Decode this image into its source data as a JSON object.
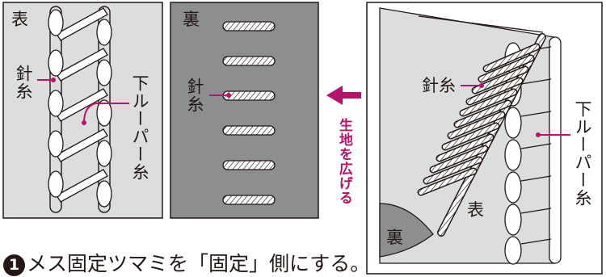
{
  "panel1": {
    "front_label": "表",
    "needle_thread_label": "針糸",
    "lower_looper_label": "下ルーパー糸"
  },
  "panel2": {
    "back_label": "裏",
    "needle_thread_label": "針糸"
  },
  "arrow_label": "生地を広げる",
  "panel3": {
    "needle_thread_label": "針糸",
    "lower_looper_label": "下ルーパー糸",
    "front_label": "表",
    "back_label": "裏"
  },
  "caption": {
    "step_number": "1",
    "text": "メス固定ツマミを「固定」側にする。"
  },
  "colors": {
    "accent": "#b5146d",
    "fabric": "#dcdddd",
    "fabric_dark": "#8d8e8f",
    "line": "#231815"
  }
}
